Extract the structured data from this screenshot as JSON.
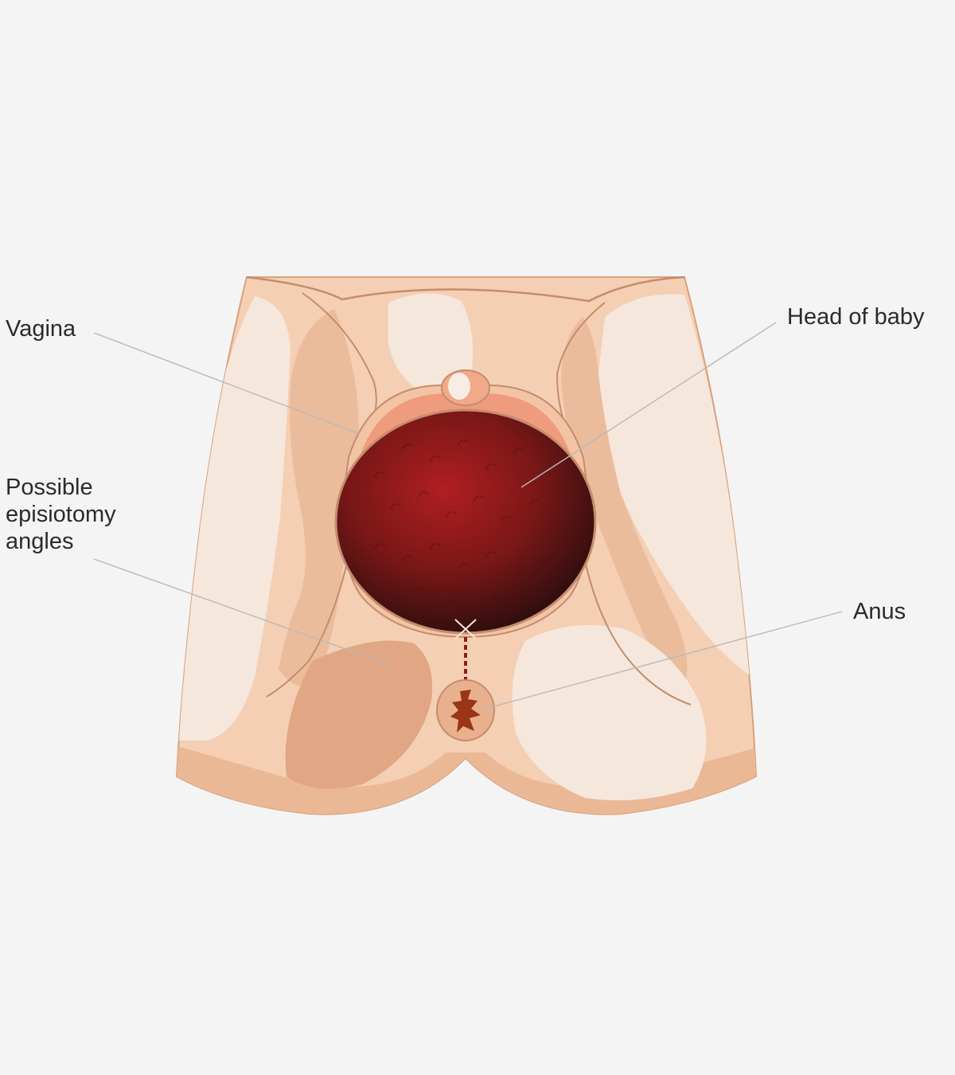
{
  "labels": {
    "vagina": "Vagina",
    "head_of_baby": "Head of baby",
    "possible_episiotomy_angles": [
      "Possible",
      "episiotomy",
      "angles"
    ],
    "anus": "Anus"
  },
  "colors": {
    "background": "#f4f4f4",
    "skin_base": "#f4cfb3",
    "skin_light": "#f6e7dc",
    "skin_shadow": "#e7b38f",
    "skin_deep": "#e1a683",
    "outline": "#c48c6d",
    "labia_inner": "#ef9b7d",
    "head_center": "#b01e22",
    "head_edge": "#1f0c0c",
    "anus_fold": "#9a3517",
    "incision": "#8a1d1d",
    "leader_line": "#b9b9b9"
  }
}
